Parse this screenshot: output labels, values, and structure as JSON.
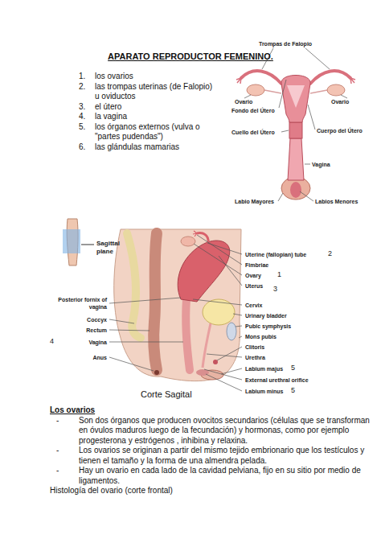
{
  "diagram": {
    "title": "APARATO REPRODUCTOR FEMENINO.",
    "caption": "Corte Sagital",
    "labels": [
      "1.",
      "los ovarios",
      "2.",
      "las trompas uterinas (de Falopio) u oviductos",
      "3.",
      "el útero",
      "4.",
      "la vagina",
      "5.",
      "los órganos externos (vulva o \"partes pudendas\")",
      "6.",
      "las glándulas mamarias",
      "Trompas de Falopio",
      "Ovario",
      "Fondo del Útero",
      "Ovario",
      "Cuello del Útero",
      "Cuerpo del Útero",
      "Vagina",
      "Labio Mayores",
      "Labios Menores",
      "Sagittal plane",
      "Uterine (fallopian) tube",
      "2",
      "Fimbriae",
      "Ovary",
      "1",
      "Uterus",
      "3",
      "Posterior fornix of vagina",
      "Coccyx",
      "Rectum",
      "4",
      "Vagina",
      "Anus",
      "Cervix",
      "Urinary bladder",
      "Pubic symphysis",
      "Mons pubis",
      "Clitoris",
      "Urethra",
      "Labium majus",
      "5",
      "External urethral orifice",
      "Labium minus",
      "5",
      "Los ovarios",
      "-",
      "Son dos órganos que producen ovocitos secundarios (células que se transforman en óvulos maduros luego de la fecundación) y hormonas, como por ejemplo progesterona y estrógenos , inhibina y relaxina.",
      "-",
      "Los ovarios se originan a partir del mismo tejido embrionario que los testículos y tienen el tamaño y la forma de una almendra pelada.",
      "-",
      "Hay un ovario en cada lado de la cavidad pelviana, fijo en su sitio por medio de ligamentos.",
      "Histología del ovario (corte frontal)"
    ]
  }
}
